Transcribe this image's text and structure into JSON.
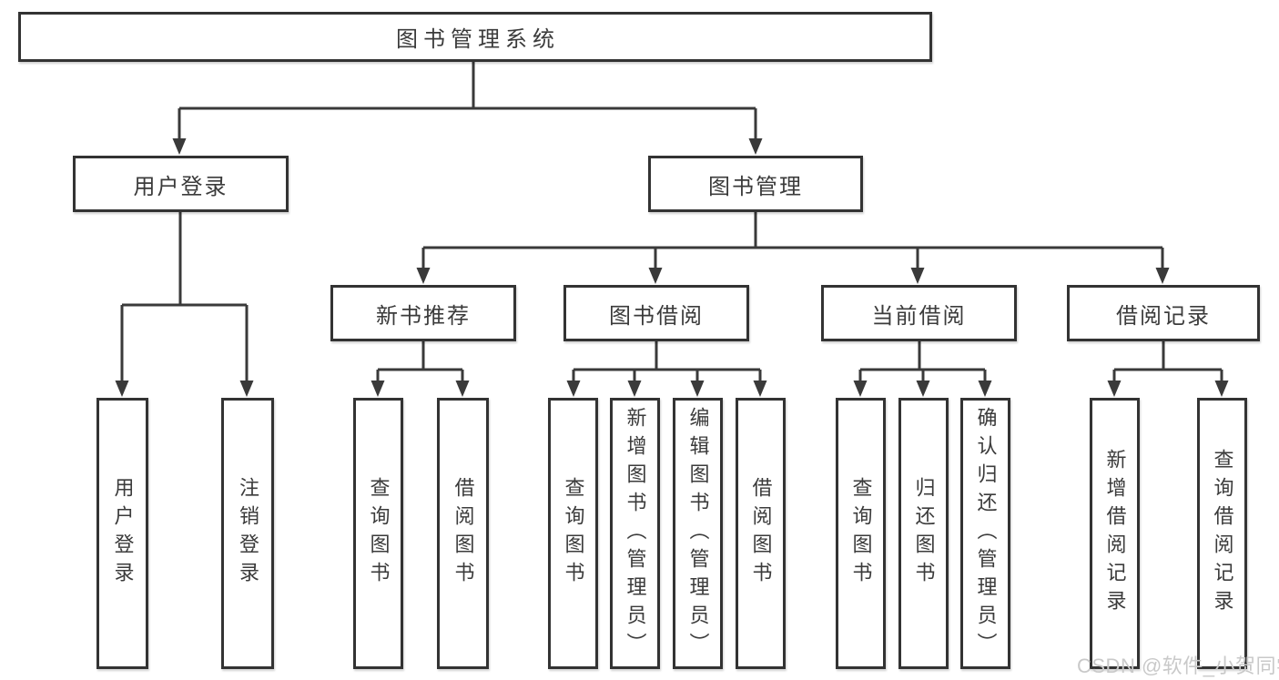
{
  "diagram": {
    "title": "图书管理系统",
    "level1": [
      {
        "label": "用户登录"
      },
      {
        "label": "图书管理"
      }
    ],
    "level2": [
      {
        "label": "新书推荐"
      },
      {
        "label": "图书借阅"
      },
      {
        "label": "当前借阅"
      },
      {
        "label": "借阅记录"
      }
    ],
    "leaves": [
      {
        "label": "用户登录"
      },
      {
        "label": "注销登录"
      },
      {
        "label": "查询图书"
      },
      {
        "label": "借阅图书"
      },
      {
        "label": "查询图书"
      },
      {
        "label": "新增图书（管理员）"
      },
      {
        "label": "编辑图书（管理员）"
      },
      {
        "label": "借阅图书"
      },
      {
        "label": "查询图书"
      },
      {
        "label": "归还图书"
      },
      {
        "label": "确认归还（管理员）"
      },
      {
        "label": "新增借阅记录"
      },
      {
        "label": "查询借阅记录"
      }
    ],
    "watermark": "CSDN @软件_小贺同学",
    "colors": {
      "line": "#3a3a3a",
      "border": "#333333",
      "text": "#3b3b3b",
      "watermark": "#c9c9c9",
      "background": "#ffffff"
    }
  }
}
